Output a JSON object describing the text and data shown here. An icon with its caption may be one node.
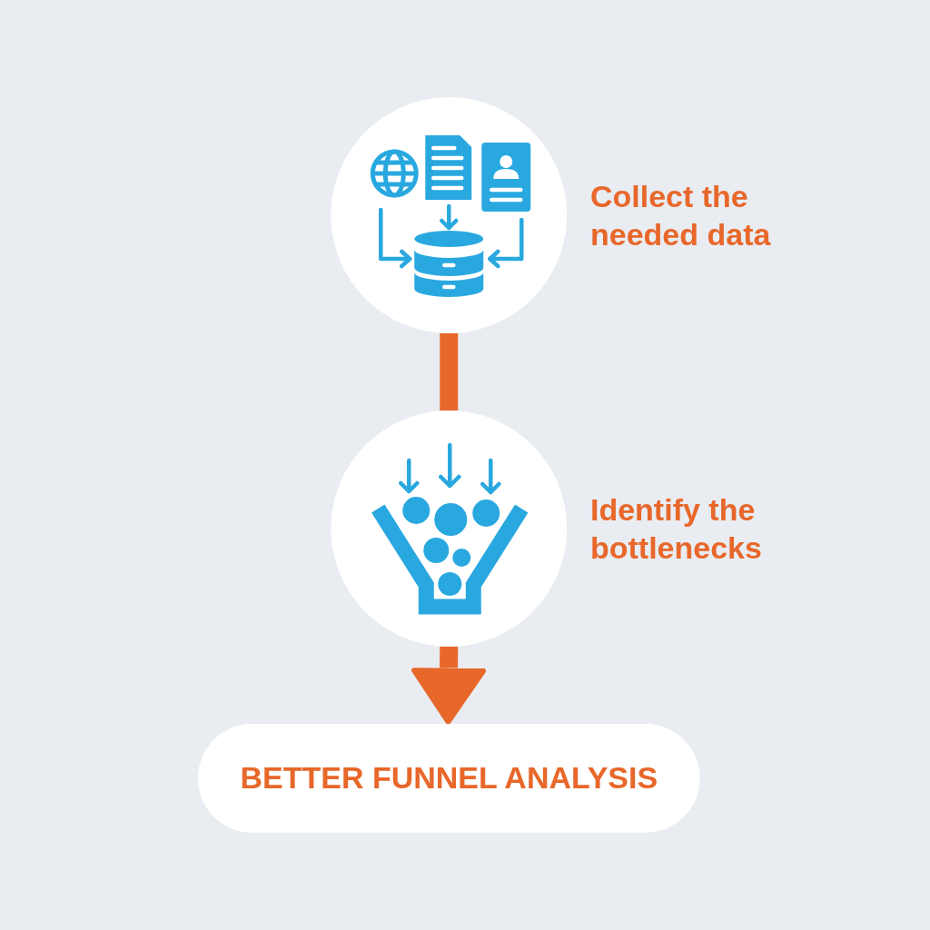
{
  "diagram": {
    "nodes": [
      {
        "text": [],
        "shape": "circle",
        "beside": [
          "Collect the needed data"
        ]
      },
      {
        "text": [],
        "shape": "circle",
        "beside": [
          "Identify the bottlenecks"
        ]
      },
      {
        "text": [
          "BETTER FUNNEL ANALYSIS"
        ]
      }
    ],
    "edges": [
      {
        "from": 0,
        "to": 1,
        "arrow": "none"
      },
      {
        "from": 1,
        "to": 2,
        "arrow": "to"
      }
    ]
  }
}
